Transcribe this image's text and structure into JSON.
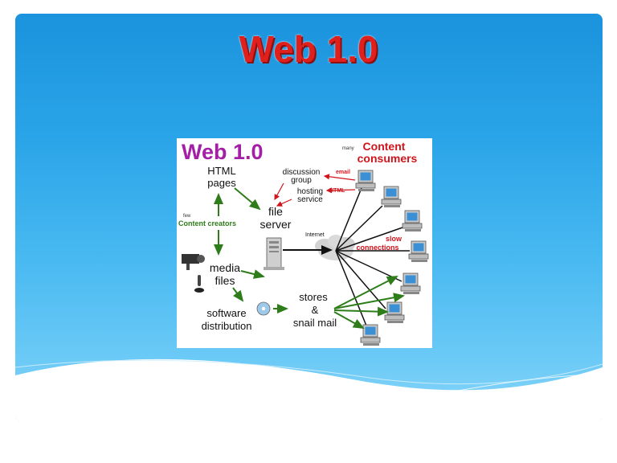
{
  "slide": {
    "title": "Web 1.0"
  },
  "diagram": {
    "heading": "Web 1.0",
    "html_pages": [
      "HTML",
      "pages"
    ],
    "discussion_group": [
      "discussion",
      "group"
    ],
    "hosting_service": [
      "hosting",
      "service"
    ],
    "email": "email",
    "html_tag": "HTML",
    "many": "many",
    "content_consumers": [
      "Content",
      "consumers"
    ],
    "few": "few",
    "content_creators": "Content creators",
    "file_server": [
      "file",
      "server"
    ],
    "internet": "Internet",
    "slow_connections": [
      "slow",
      "connections"
    ],
    "media_files": [
      "media",
      "files"
    ],
    "software_distribution": [
      "software",
      "distribution"
    ],
    "stores_snail_mail": [
      "stores",
      "&",
      "snail mail"
    ],
    "colors": {
      "heading": "#a21fa6",
      "red_label": "#d0141c",
      "green_arrow": "#2e7d1a",
      "text": "#111111"
    }
  }
}
